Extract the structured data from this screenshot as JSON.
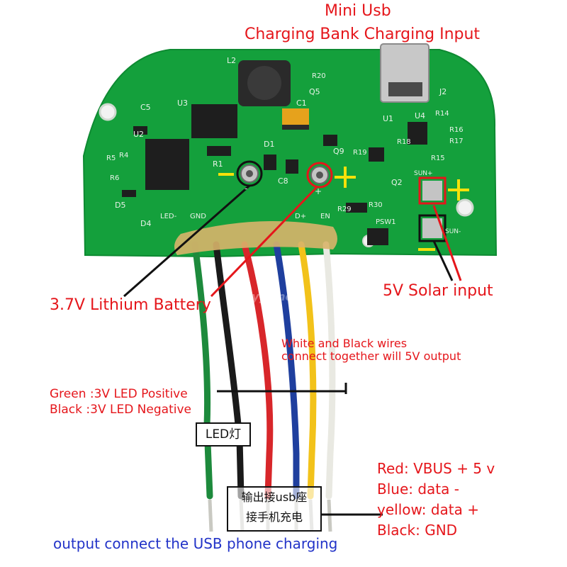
{
  "annotations": {
    "mini_usb_title": "Mini Usb",
    "charging_input": "Charging Bank Charging Input",
    "battery": "3.7V Lithium Battery",
    "solar": "5V Solar input",
    "white_black_line1": "White and Black wires",
    "white_black_line2": "connect together will 5V output",
    "green_led": "Green :3V LED Positive",
    "black_led": "Black :3V LED Negative",
    "led_box": "LED灯",
    "red_vbus": "Red: VBUS + 5 v",
    "blue_data": "Blue: data -",
    "yellow_data": "yellow: data +",
    "black_gnd": "Black: GND",
    "usb_box_line1": "输出接usb座",
    "usb_box_line2": "接手机充电",
    "output_caption": "output  connect the USB  phone charging",
    "watermark": "haoyyy.net"
  },
  "board_labels": {
    "l2": "L2",
    "u3": "U3",
    "c5": "C5",
    "c1": "C1",
    "u2": "U2",
    "r5": "R5",
    "r4": "R4",
    "r6": "R6",
    "d5": "D5",
    "d4": "D4",
    "r1": "R1",
    "d1": "D1",
    "c8": "C8",
    "q9": "Q9",
    "q5": "Q5",
    "r20": "R20",
    "r19": "R19",
    "r18": "R18",
    "u1": "U1",
    "u4": "U4",
    "r14": "R14",
    "r16": "R16",
    "r17": "R17",
    "r15": "R15",
    "j2": "J2",
    "q2": "Q2",
    "r29": "R29",
    "r30": "R30",
    "psw1": "PSW1",
    "sun_plus": "SUN+",
    "sun_minus": "SUN-",
    "led_pad": "LED-",
    "gnd_pad": "GND",
    "dplus": "D+",
    "en": "EN",
    "minus_mark": "-",
    "plus_mark": "+"
  },
  "colors": {
    "pcb": "#14a03c",
    "pcb_dark": "#0b7a2a",
    "annotation_red": "#e5161b",
    "annotation_blue": "#2233c8",
    "wire_green": "#1d8a3c",
    "wire_black": "#1a1a1a",
    "wire_red": "#d8262a",
    "wire_blue": "#1f3f9e",
    "wire_yellow": "#f2c21a",
    "wire_white": "#f4f4f0",
    "glue": "#d8b46a"
  }
}
